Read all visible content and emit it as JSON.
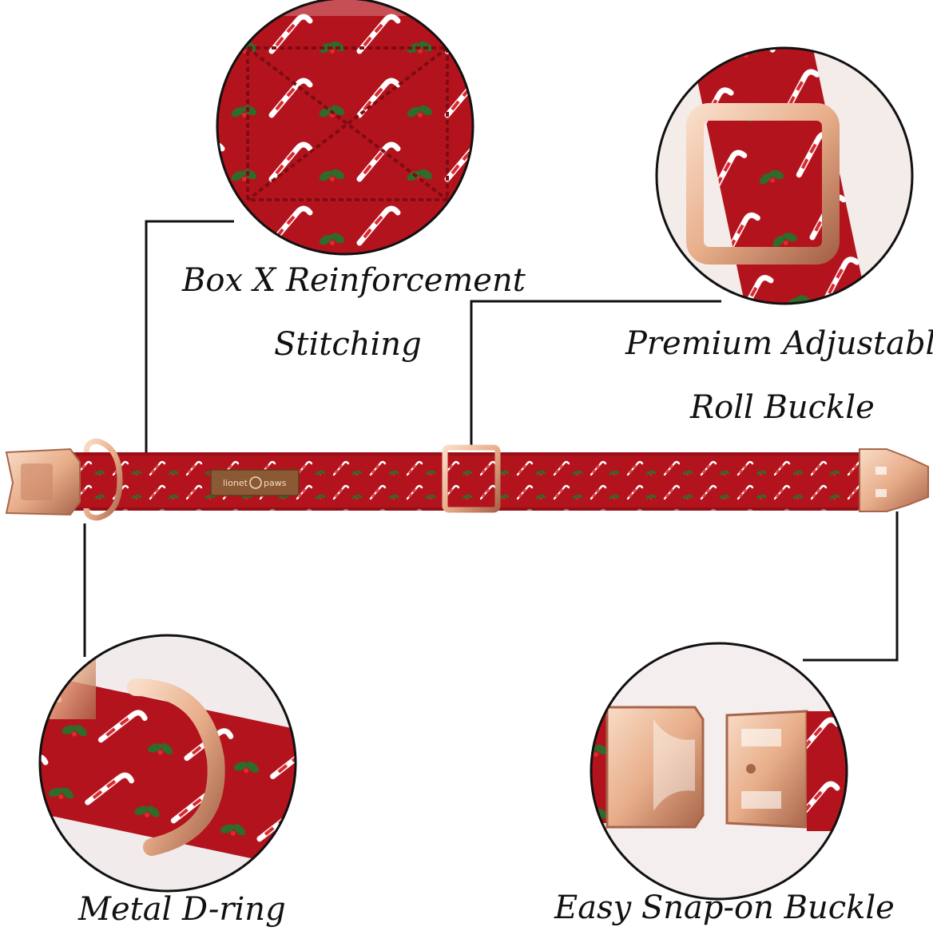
{
  "product": {
    "brand_tag": {
      "line1": "lionet",
      "line2": "paws"
    },
    "colors": {
      "fabric": "#b3131d",
      "fabric_dark": "#7e0c12",
      "metal": "#e8ae8a",
      "metal_light": "#f8dcc7",
      "metal_dark": "#a8654a",
      "leaf": "#2f6b2a",
      "tag": "#8b5a34",
      "callout_line": "#111111"
    }
  },
  "callouts": {
    "box_x": {
      "line1": "Box X Reinforcement",
      "line2": "Stitching",
      "icon": "stitching-closeup"
    },
    "roll_buckle": {
      "line1": "Premium Adjustable",
      "line2": "Roll Buckle",
      "icon": "roll-buckle-closeup"
    },
    "d_ring": {
      "label": "Metal D-ring",
      "icon": "d-ring-closeup"
    },
    "snap_buckle": {
      "label": "Easy Snap-on Buckle",
      "icon": "snap-buckle-closeup"
    }
  }
}
